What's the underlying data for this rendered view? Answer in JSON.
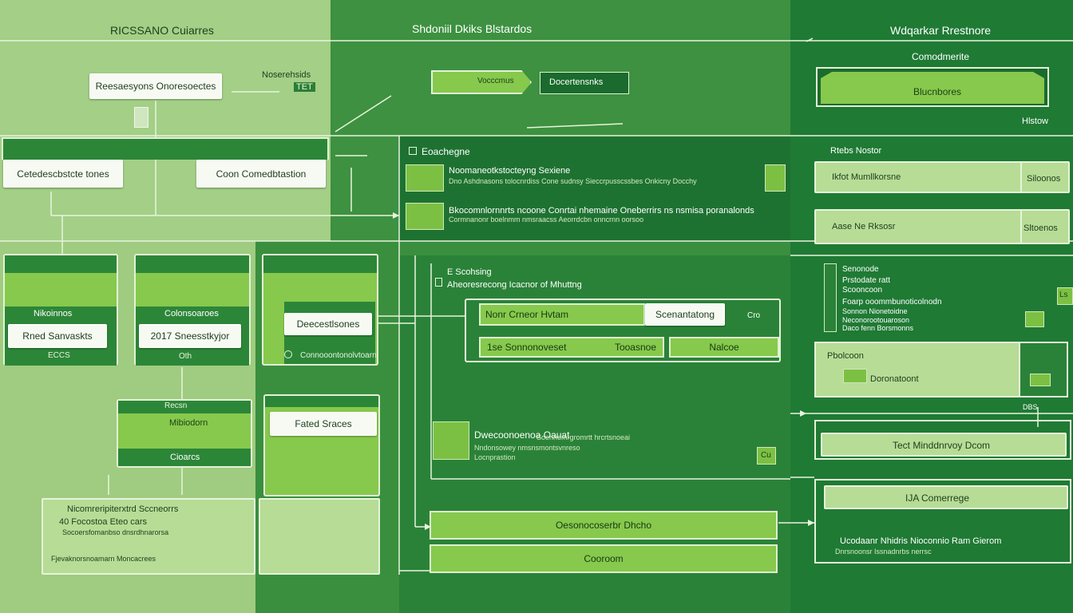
{
  "colors": {
    "light_bg": "#a3cf86",
    "mid_bg": "#3d9140",
    "dark_bg": "#1f7a34",
    "accent": "#86c94c",
    "line": "#e3f2d7"
  },
  "header": {
    "left_title": "RICSSANO Cuiarres",
    "center_title": "Shdoniil Dkiks Blstardos",
    "right_title": "Wdqarkar Rrestnore"
  },
  "left": {
    "top_box": "Reesaesyons Onoresoectes",
    "side_label": "Noserehsids",
    "side_code": "TET",
    "row_box_1": "Cetedescbstcte tones",
    "row_box_2": "Coon Comedbtastion",
    "col1": {
      "title": "Nikoinnos",
      "box": "Rned Sanvaskts",
      "sub": "ECCS"
    },
    "col2": {
      "title": "Colonsoaroes",
      "box": "2017 Sneesstkyjor",
      "sub": "Oth"
    },
    "col3": {
      "box": "Deecestlsones",
      "sub": "Connooontonolvtoarn"
    },
    "mid_green_title": "Mibiodorn",
    "mid_green_bottom": "Cioarcs",
    "mid_green_top_label": "Recsn",
    "field_box": "Fated Sraces",
    "note": {
      "line1": "Nicomreripiterxtrd Sccneorrs",
      "line2": "40 Focostoa Eteo cars",
      "line3": "Socoersfomanbso dnsrdhnarorsa",
      "line4": "Fjevaknorsnoamarn Moncacrees"
    }
  },
  "center": {
    "arrow_chip": "Vocccmus",
    "dark_chip": "Docertensnks",
    "section_title": "Eoachegne",
    "item1_title": "Noomaneotkstocteyng Sexiene",
    "item1_sub": "Dno Ashdnasons tolocnrdiss Cone sudnsy Sieccrpusscssbes Onkicny Docchy",
    "item2_title": "Bkocomnlornnrts ncoone Conrtai nhemaine Oneberrirs ns nsmisa poranalonds",
    "item2_sub": "Cormnanonr boelnmm nmsraacss Aeorrdcbn onncrnn oorsoo",
    "sec2_title": "E Scohsing",
    "sec2_sub": "Aheoresrecong Icacnor of Mhuttng",
    "bar1": "Nonr Crneor Hvtam",
    "bar1_box": "Scenantatong",
    "bar1_right": "Cro",
    "bar2_left": "1se Sonnonoveset",
    "bar2_right": "Tooasnoe",
    "bar3": "Nalcoe",
    "item3_title": "Dwecoonoenoa Oauat",
    "item3_sub1": "Soennomrgromrtt hrcrtsnoeai",
    "item3_sub2": "Nndonsowey nmsnsmontsvnreso",
    "item3_sub3": "Locnprastion",
    "item3_badge": "Cu",
    "btn1": "Oesonocoserbr Dhcho",
    "btn2": "Cooroom"
  },
  "right": {
    "subtitle": "Comodmerite",
    "bar": "Blucnbores",
    "tiny_label": "Hlstow",
    "section_title": "Rtebs Nostor",
    "row1_left": "Ikfot Mumllkorsne",
    "row1_right": "Siloonos",
    "row2_left": "Aase Ne Rksosr",
    "row2_right": "Sltoenos",
    "list": [
      "Senonode",
      "Prstodate ratt",
      "Scooncoon",
      "Foarp ooommbunoticolnodn",
      "Sonnon Nionetoidne",
      "Neconorootouaroson",
      "Daco fenn Borsmonns"
    ],
    "list_badge": "Ls",
    "feature_title": "Pbolcoon",
    "feature_text": "Doronatoont",
    "feature_tag": "DBS",
    "bar2": "Tect Minddnrvoy Dcom",
    "bar3": "IJA Comerrege",
    "footer1": "Ucodaanr Nhidris Nioconnio Ram Gierom",
    "footer2": "Dnrsnoonsr Issnadnrbs nerrsc"
  }
}
